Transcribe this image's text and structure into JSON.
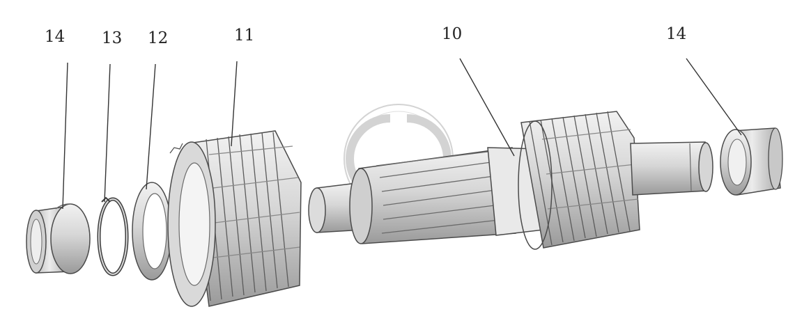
{
  "callouts": [
    {
      "id": "c14a",
      "label": "14",
      "part": "bearing-race-left"
    },
    {
      "id": "c13",
      "label": "13",
      "part": "snap-ring"
    },
    {
      "id": "c12",
      "label": "12",
      "part": "thrust-washer"
    },
    {
      "id": "c11",
      "label": "11",
      "part": "helical-gear"
    },
    {
      "id": "c10",
      "label": "10",
      "part": "gear-shaft"
    },
    {
      "id": "c14b",
      "label": "14",
      "part": "bearing-race-right"
    }
  ],
  "colors": {
    "metal_light": "#e6e6e6",
    "metal_mid": "#c4c4c4",
    "metal_dark": "#8a8a8a",
    "outline": "#4a4a4a",
    "watermark": "#b0b0b0"
  }
}
